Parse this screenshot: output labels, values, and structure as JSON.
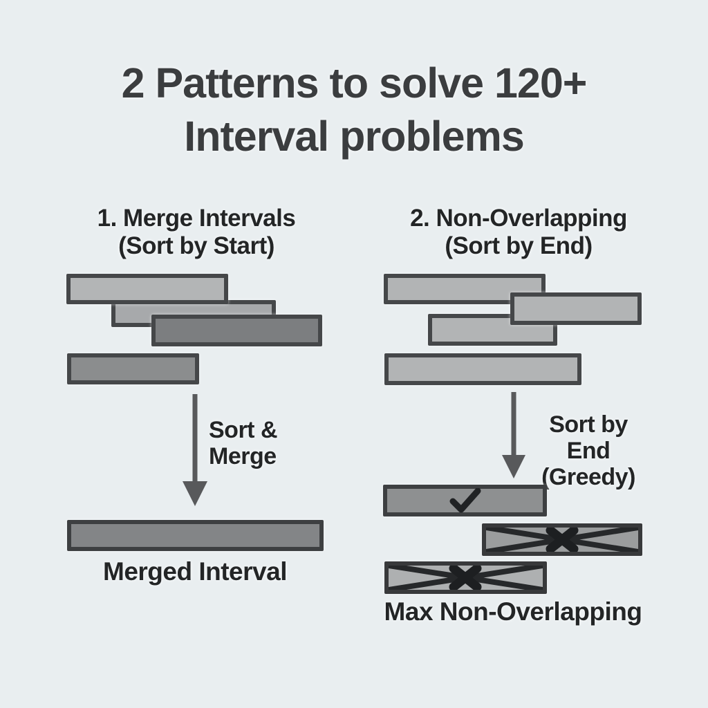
{
  "title": {
    "line1": "2 Patterns to solve 120+",
    "line2": "Interval problems"
  },
  "left_column": {
    "heading": "1. Merge Intervals",
    "subheading": "(Sort by Start)",
    "arrow_label_line1": "Sort &",
    "arrow_label_line2": "Merge",
    "result_label": "Merged Interval",
    "input_bar_count": 4,
    "result": "single merged bar"
  },
  "right_column": {
    "heading": "2. Non-Overlapping",
    "subheading": "(Sort by End)",
    "arrow_label_line1": "Sort by End",
    "arrow_label_line2": "(Greedy)",
    "result_label": "Max Non-Overlapping",
    "input_bar_count": 4,
    "result": "1 kept bar (check), 2 rejected bars (crossed out)"
  },
  "icons": {
    "down_arrow": "↓",
    "check": "✓",
    "cross": "✕"
  },
  "colors": {
    "background": "#e9eef0",
    "bar_border": "#454749",
    "bar_fill_light": "#b3b5b6",
    "bar_fill_medium": "#8b8d8e",
    "bar_fill_dark": "#7c7e80",
    "merged_fill": "#838587",
    "check_bar_fill": "#8e9091",
    "crossed_bar_fill_1": "#9b9d9e",
    "crossed_bar_fill_2": "#aeb0b1",
    "arrow": "#58595b",
    "title_text": "#3b3d3f",
    "body_text": "#232526"
  }
}
